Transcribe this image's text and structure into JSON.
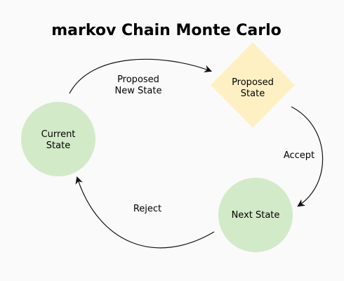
{
  "title": "markov Chain Monte Carlo",
  "nodes": {
    "current_state": {
      "lines": [
        "Current",
        "State"
      ],
      "shape": "circle",
      "fill": "#d3eac8"
    },
    "proposed_state": {
      "lines": [
        "Proposed",
        "State"
      ],
      "shape": "diamond",
      "fill": "#fff0c4"
    },
    "next_state": {
      "lines": [
        "Next State"
      ],
      "shape": "circle",
      "fill": "#d3eac8"
    }
  },
  "edges": {
    "propose": {
      "from": "Current State",
      "to": "Proposed State",
      "lines": [
        "Proposed",
        "New State"
      ]
    },
    "accept": {
      "from": "Proposed State",
      "to": "Next State",
      "label": "Accept"
    },
    "reject": {
      "from": "Next State",
      "to": "Current State",
      "label": "Reject"
    }
  },
  "colors": {
    "background": "#fafafa",
    "stroke": "#111111",
    "circle_fill": "#d3eac8",
    "diamond_fill": "#fff0c4"
  }
}
